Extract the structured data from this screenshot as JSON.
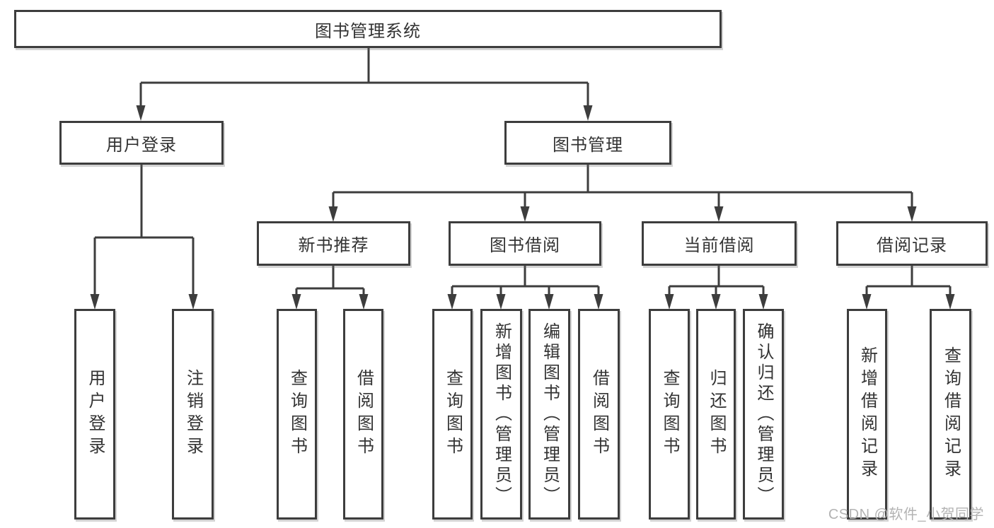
{
  "diagram": {
    "root": {
      "label": "图书管理系统",
      "children": [
        {
          "label": "用户登录",
          "children": [
            {
              "label": "用户登录"
            },
            {
              "label": "注销登录"
            }
          ]
        },
        {
          "label": "图书管理",
          "children": [
            {
              "label": "新书推荐",
              "children": [
                {
                  "label": "查询图书"
                },
                {
                  "label": "借阅图书"
                }
              ]
            },
            {
              "label": "图书借阅",
              "children": [
                {
                  "label": "查询图书"
                },
                {
                  "label": "新增图书（管理员）"
                },
                {
                  "label": "编辑图书（管理员）"
                },
                {
                  "label": "借阅图书"
                }
              ]
            },
            {
              "label": "当前借阅",
              "children": [
                {
                  "label": "查询图书"
                },
                {
                  "label": "归还图书"
                },
                {
                  "label": "确认归还（管理员）"
                }
              ]
            },
            {
              "label": "借阅记录",
              "children": [
                {
                  "label": "新增借阅记录"
                },
                {
                  "label": "查询借阅记录"
                }
              ]
            }
          ]
        }
      ]
    }
  },
  "watermark": {
    "text": "CSDN @软件_小贺同学"
  },
  "colors": {
    "line": "#3d3d3d",
    "text": "#333333",
    "watermark": "#b3b3b3"
  }
}
